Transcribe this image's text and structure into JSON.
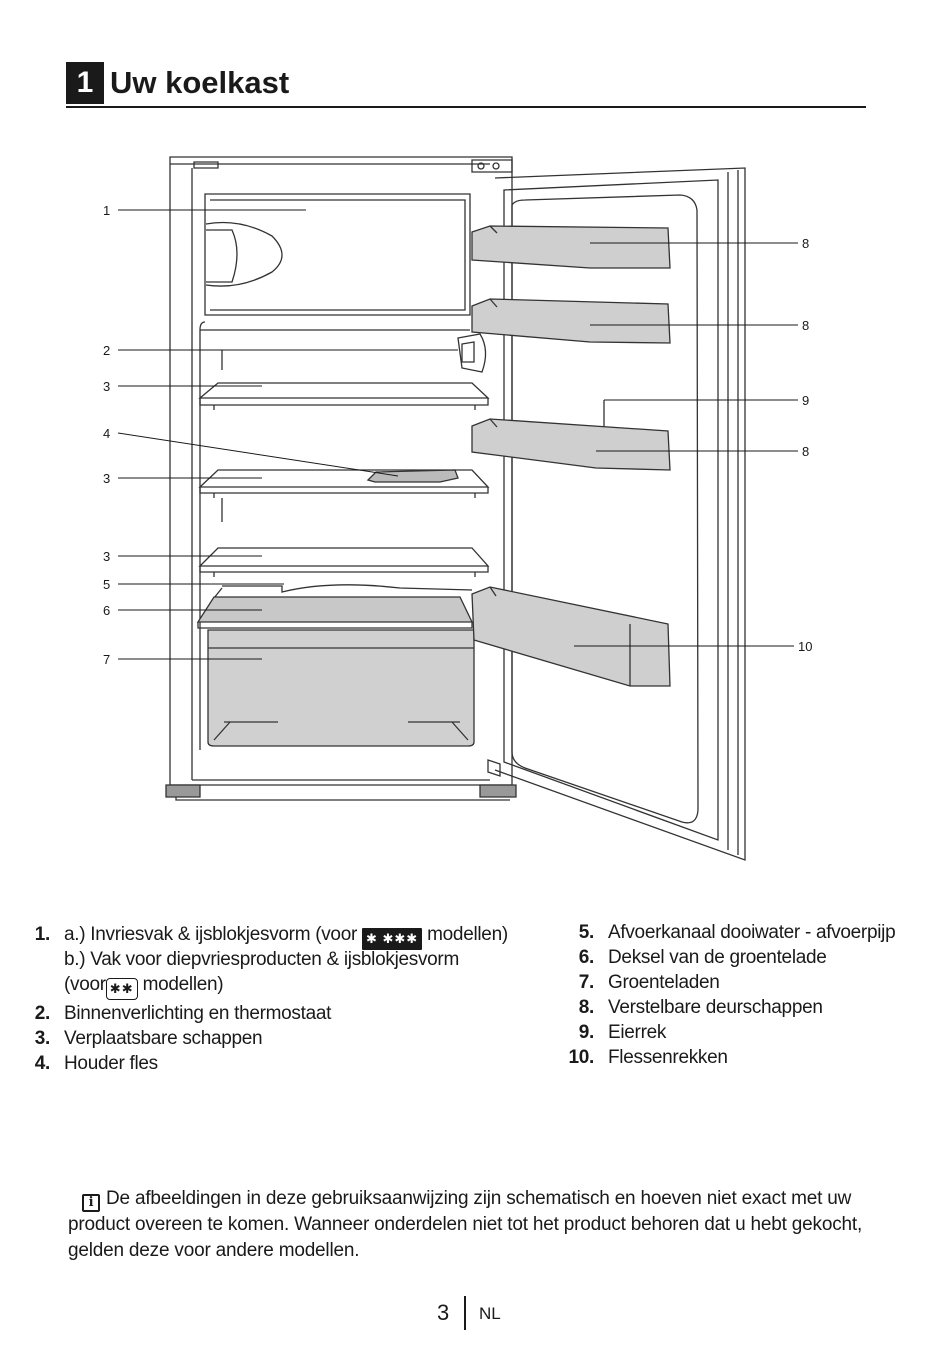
{
  "header": {
    "chapter_number": "1",
    "title": "Uw koelkast"
  },
  "diagram": {
    "callouts_left": [
      "1",
      "2",
      "3",
      "4",
      "3",
      "3",
      "5",
      "6",
      "7"
    ],
    "callouts_right": [
      "8",
      "8",
      "9",
      "8",
      "10"
    ]
  },
  "legend_left": [
    {
      "num": "1.",
      "text_a_pre": "a.) Invriesvak & ijsblokjesvorm (voor",
      "symbol_a": "✱ ✱✱✱",
      "text_a_post": "modellen)",
      "text_b": "b.) Vak voor diepvriesproducten & ijsblokjesvorm",
      "text_c_pre": "(voor",
      "symbol_c": "✱✱",
      "text_c_post": "modellen)"
    },
    {
      "num": "2.",
      "text": "Binnenverlichting en thermostaat"
    },
    {
      "num": "3.",
      "text": "Verplaatsbare schappen"
    },
    {
      "num": "4.",
      "text": "Houder fles"
    }
  ],
  "legend_right": [
    {
      "num": "5.",
      "text": "Afvoerkanaal dooiwater - afvoerpijp"
    },
    {
      "num": "6.",
      "text": "Deksel van de groentelade"
    },
    {
      "num": "7.",
      "text": "Groenteladen"
    },
    {
      "num": "8.",
      "text": "Verstelbare deurschappen"
    },
    {
      "num": "9.",
      "text": "Eierrek"
    },
    {
      "num": "10.",
      "text": "Flessenrekken"
    }
  ],
  "note": {
    "icon": "info-icon",
    "text": "De afbeeldingen in deze gebruiksaanwijzing zijn schematisch en hoeven niet exact met uw product overeen te komen. Wanneer onderdelen niet tot het product behoren dat u hebt gekocht, gelden deze voor andere modellen."
  },
  "footer": {
    "page": "3",
    "lang": "NL"
  }
}
